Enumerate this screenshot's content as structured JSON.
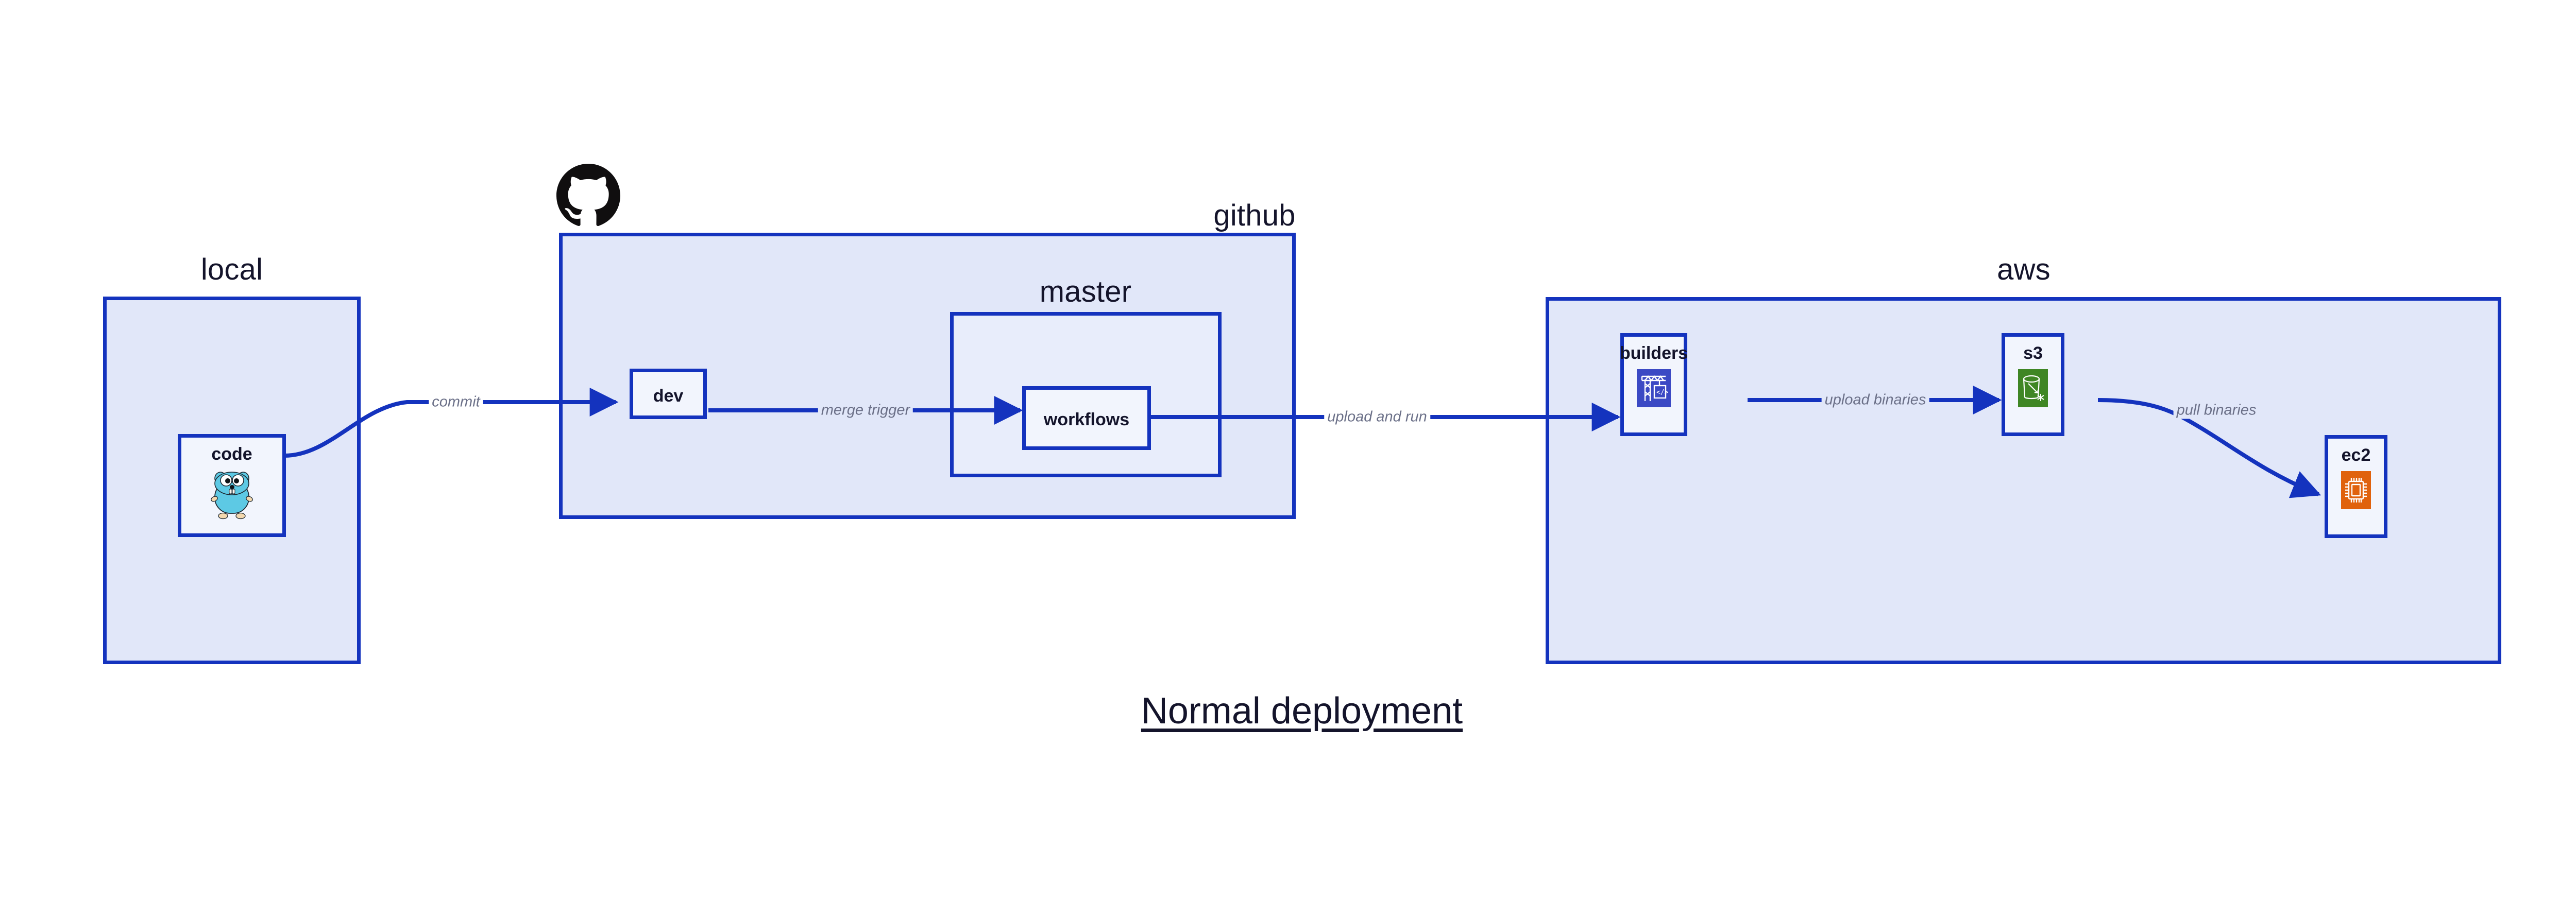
{
  "diagram": {
    "title": "Normal deployment",
    "colors": {
      "cluster_fill": "#E1E7F9",
      "inner_cluster_fill": "#E8EDFB",
      "node_fill": "#F2F5FD",
      "border": "#1433BE",
      "edge": "#1433BE",
      "edge_label": "#6B7088",
      "text": "#14142B",
      "go_gopher": "#5DC9E4",
      "aws_builders": "#3B49C4",
      "aws_s3": "#3F8624",
      "aws_ec2": "#E0620D",
      "github_logo": "#100E0F"
    },
    "clusters": [
      {
        "id": "local",
        "label": "local"
      },
      {
        "id": "github",
        "label": "github"
      },
      {
        "id": "master",
        "label": "master"
      },
      {
        "id": "aws",
        "label": "aws"
      }
    ],
    "nodes": [
      {
        "id": "code",
        "label": "code",
        "icon": "go-gopher-icon",
        "cluster": "local"
      },
      {
        "id": "dev",
        "label": "dev",
        "icon": null,
        "cluster": "github"
      },
      {
        "id": "workflows",
        "label": "workflows",
        "icon": null,
        "cluster": "master"
      },
      {
        "id": "builders",
        "label": "builders",
        "icon": "aws-builders-icon",
        "cluster": "aws"
      },
      {
        "id": "s3",
        "label": "s3",
        "icon": "aws-s3-icon",
        "cluster": "aws"
      },
      {
        "id": "ec2",
        "label": "ec2",
        "icon": "aws-ec2-icon",
        "cluster": "aws"
      }
    ],
    "edges": [
      {
        "id": "commit",
        "label": "commit",
        "from": "code",
        "to": "dev"
      },
      {
        "id": "merge-trigger",
        "label": "merge trigger",
        "from": "dev",
        "to": "workflows"
      },
      {
        "id": "upload-and-run",
        "label": "upload and run",
        "from": "workflows",
        "to": "builders"
      },
      {
        "id": "upload-binaries",
        "label": "upload binaries",
        "from": "builders",
        "to": "s3"
      },
      {
        "id": "pull-binaries",
        "label": "pull binaries",
        "from": "s3",
        "to": "ec2"
      }
    ],
    "logos": [
      {
        "id": "github-logo",
        "name": "github-mark-icon"
      }
    ]
  }
}
